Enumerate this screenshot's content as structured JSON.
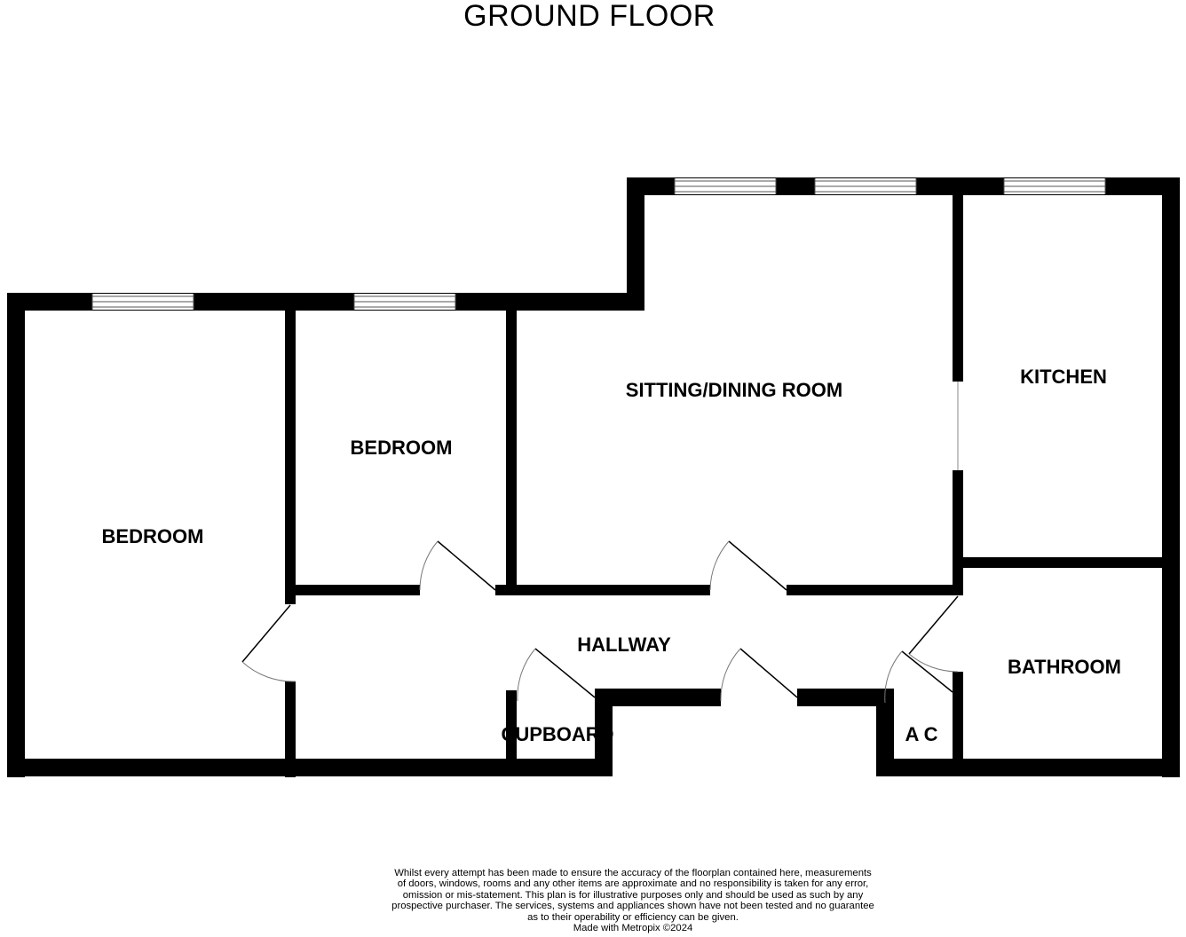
{
  "plan": {
    "title": "GROUND FLOOR",
    "rooms": {
      "bedroom_1": "BEDROOM",
      "bedroom_2": "BEDROOM",
      "sitting_dining": "SITTING/DINING ROOM",
      "kitchen": "KITCHEN",
      "hallway": "HALLWAY",
      "bathroom": "BATHROOM",
      "cupboard": "CUPBOARD",
      "airing_cupboard": "A C"
    },
    "wall_color": "#000000",
    "window_color": "#555555",
    "background": "#ffffff"
  },
  "disclaimer": {
    "lines": [
      "Whilst every attempt has been made to ensure the accuracy of the floorplan contained here, measurements",
      "of doors, windows, rooms and any other items are approximate and no responsibility is taken for any error,",
      "omission or mis-statement. This plan is for illustrative purposes only and should be used as such by any",
      "prospective purchaser. The services, systems and appliances shown have not been tested and no guarantee",
      "as to their operability or efficiency can be given."
    ],
    "credit": "Made with Metropix ©2024"
  }
}
